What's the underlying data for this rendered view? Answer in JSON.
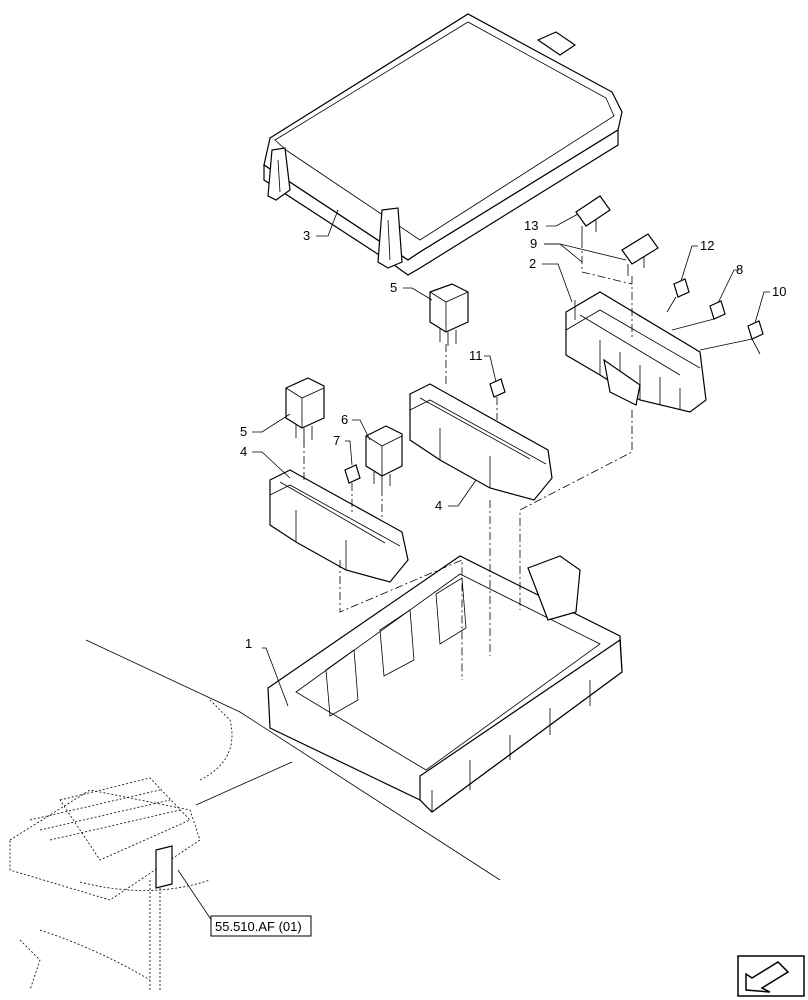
{
  "diagram": {
    "callouts": [
      {
        "id": "c1",
        "label": "1"
      },
      {
        "id": "c2",
        "label": "2"
      },
      {
        "id": "c3",
        "label": "3"
      },
      {
        "id": "c4a",
        "label": "4"
      },
      {
        "id": "c4b",
        "label": "4"
      },
      {
        "id": "c5a",
        "label": "5"
      },
      {
        "id": "c5b",
        "label": "5"
      },
      {
        "id": "c6",
        "label": "6"
      },
      {
        "id": "c7",
        "label": "7"
      },
      {
        "id": "c8",
        "label": "8"
      },
      {
        "id": "c9",
        "label": "9"
      },
      {
        "id": "c10",
        "label": "10"
      },
      {
        "id": "c11",
        "label": "11"
      },
      {
        "id": "c12",
        "label": "12"
      },
      {
        "id": "c13",
        "label": "13"
      }
    ],
    "reference_box": "55.510.AF (01)",
    "nav_icon": "arrow-return-icon"
  }
}
